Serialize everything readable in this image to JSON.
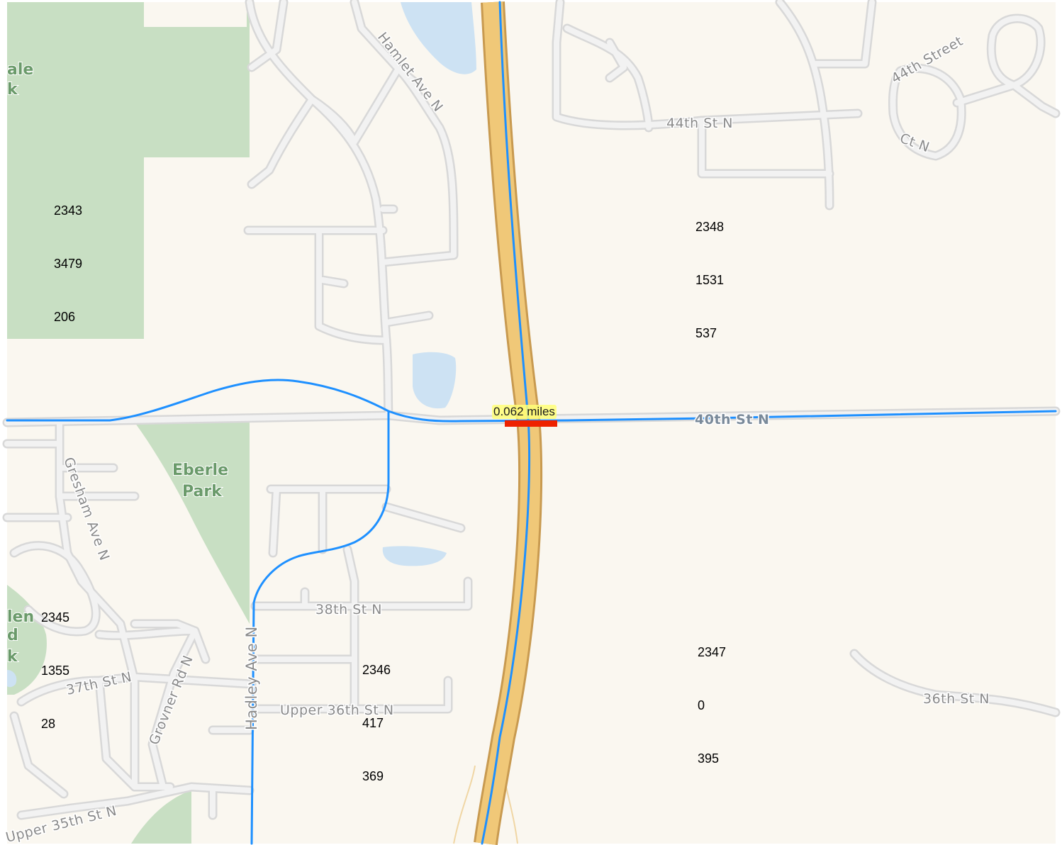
{
  "map": {
    "colors": {
      "land": "#faf7f0",
      "park": "#c8dfc3",
      "water": "#cde2f3",
      "local_road": "#e4e4e4",
      "highway": "#f0c878",
      "route": "#1e90ff",
      "segment_highlight": "#ee2200"
    },
    "parks": [
      {
        "name_line1": "ale",
        "name_line2": "k"
      },
      {
        "name_line1": "Eberle",
        "name_line2": "Park"
      },
      {
        "name_line1": "len",
        "name_line2": "d",
        "name_line3": "k"
      }
    ],
    "streets": {
      "hamlet": "Hamlet Ave N",
      "st44": "44th St N",
      "st44_street": "44th Street",
      "ct_n": "Ct N",
      "st40": "40th St N",
      "gresham": "Gresham Ave N",
      "st38": "38th St N",
      "hadley": "Hadley Ave N",
      "grovner": "Grovner Rd N",
      "st37": "37th St N",
      "upper36": "Upper 36th St N",
      "st36": "36th St N",
      "upper35": "Upper 35th St N"
    },
    "distance_label": "0.062 miles",
    "zones": [
      {
        "id": "2343",
        "value_a": "3479",
        "value_b": "206"
      },
      {
        "id": "2348",
        "value_a": "1531",
        "value_b": "537"
      },
      {
        "id": "2345",
        "value_a": "1355",
        "value_b": "28"
      },
      {
        "id": "2346",
        "value_a": "417",
        "value_b": "369"
      },
      {
        "id": "2347",
        "value_a": "0",
        "value_b": "395"
      }
    ]
  }
}
